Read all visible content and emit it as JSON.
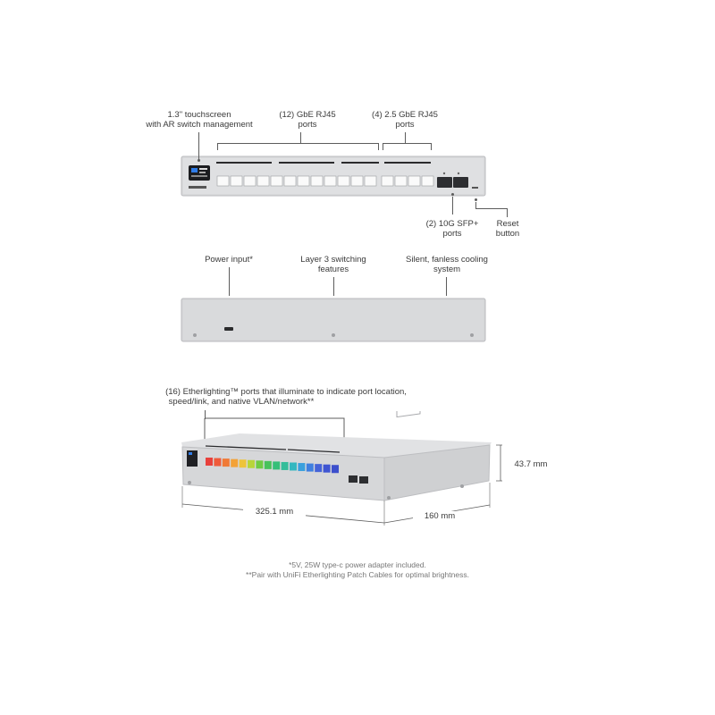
{
  "callouts": {
    "touchscreen": [
      "1.3\" touchscreen",
      "with AR switch management"
    ],
    "gbe_ports": [
      "(12) GbE RJ45",
      "ports"
    ],
    "gbe25_ports": [
      "(4) 2.5 GbE RJ45",
      "ports"
    ],
    "sfp_ports": [
      "(2) 10G SFP+",
      "ports"
    ],
    "reset": [
      "Reset",
      "button"
    ],
    "power": [
      "Power input*"
    ],
    "layer3": [
      "Layer 3 switching",
      "features"
    ],
    "fanless": [
      "Silent, fanless cooling",
      "system"
    ],
    "etherlighting": [
      "(16) Etherlighting™ ports that illuminate to indicate port location,",
      "speed/link, and native VLAN/network**"
    ]
  },
  "dimensions": {
    "width": "325.1 mm",
    "depth": "160 mm",
    "height": "43.7 mm"
  },
  "footnotes": [
    "*5V, 25W type-c power adapter included.",
    "**Pair with UniFi Etherlighting Patch Cables for optimal brightness."
  ],
  "colors": {
    "chassis": "#d8d9db",
    "chassis_dark": "#b9babd",
    "port": "#fafafa",
    "leader_line": "#5c5c5c",
    "etherlight": [
      "#e8413c",
      "#ef5a3a",
      "#f07a37",
      "#f3a237",
      "#eec43a",
      "#b8d53a",
      "#6fcb44",
      "#47c25a",
      "#35bf78",
      "#33bd9a",
      "#34b7c0",
      "#3aa0dd",
      "#3f7fe0",
      "#4563d8",
      "#3f55d2",
      "#3c4fcc"
    ]
  }
}
